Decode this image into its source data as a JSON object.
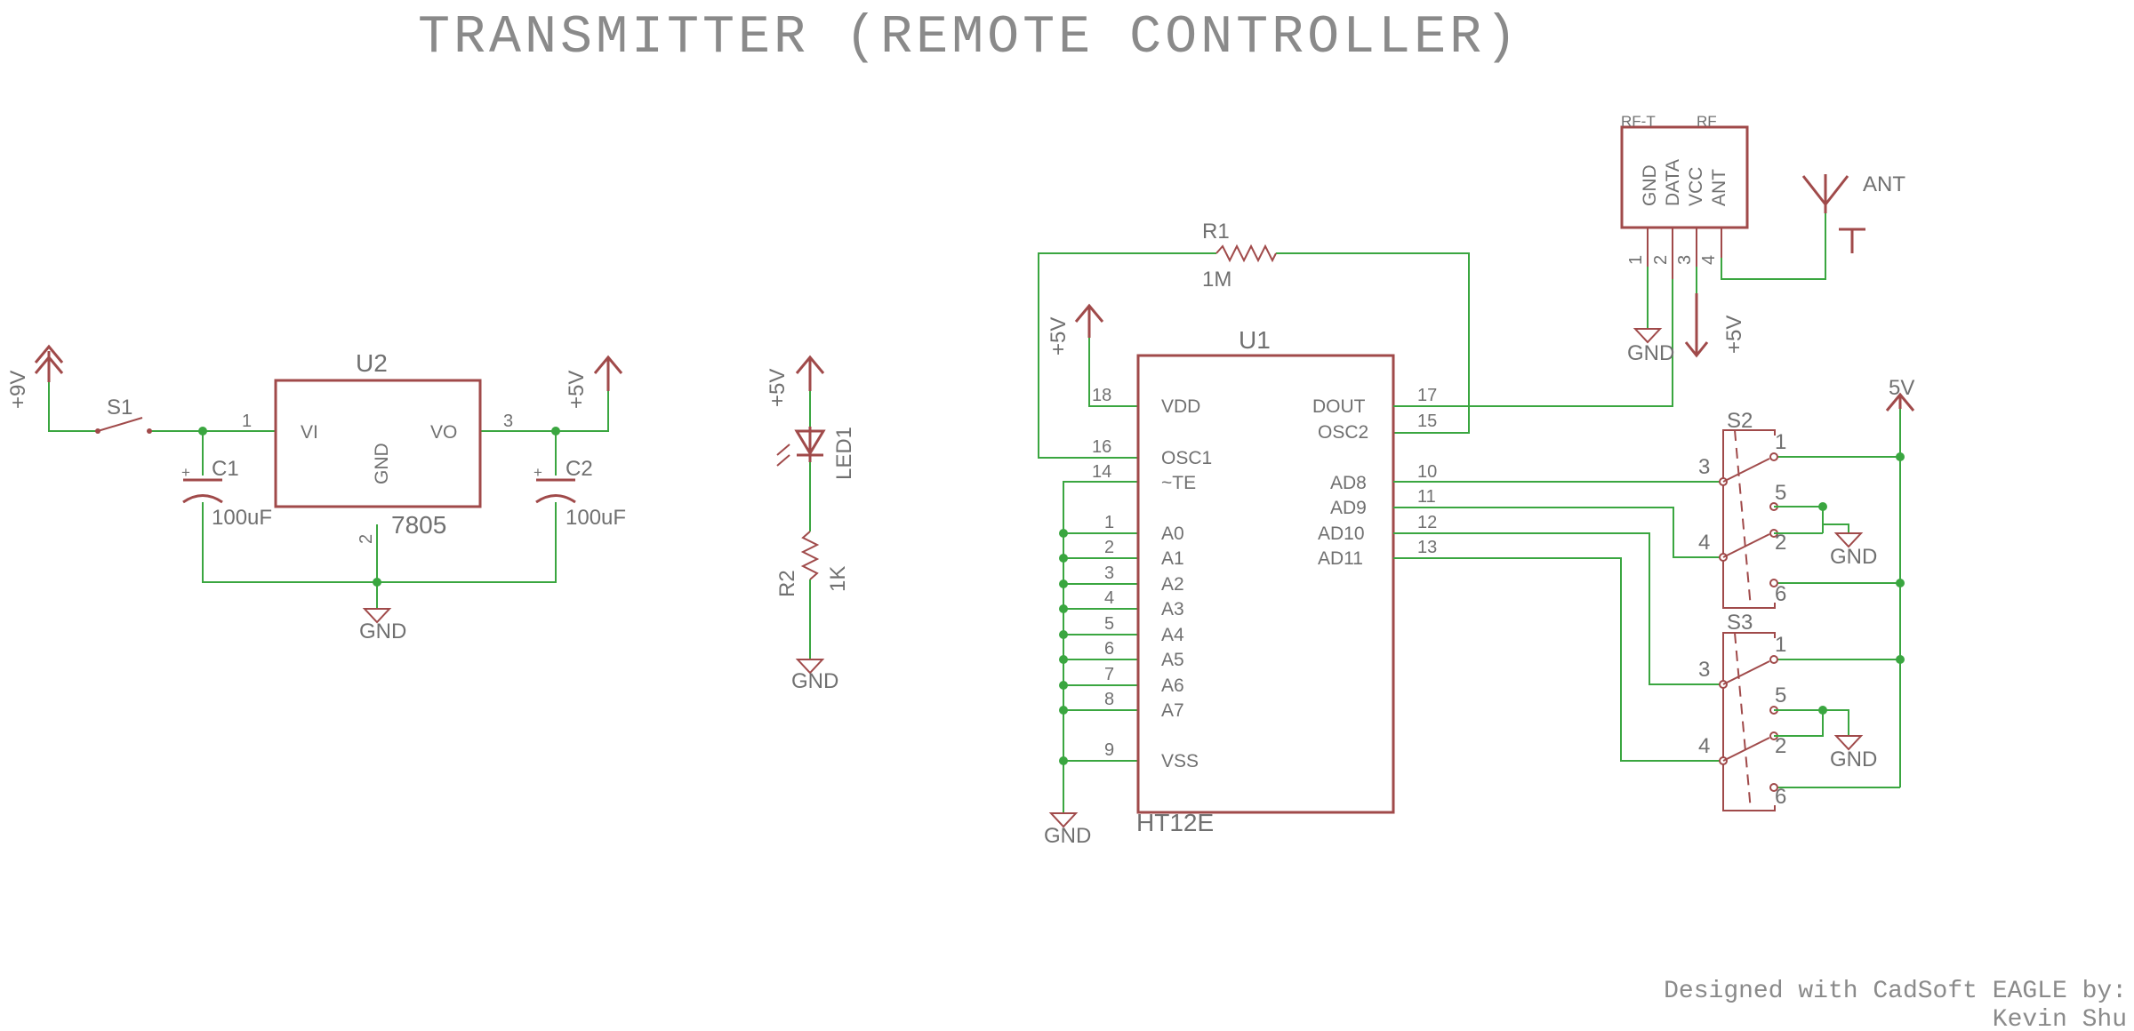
{
  "title": "TRANSMITTER (REMOTE CONTROLLER)",
  "credit": {
    "line1": "Designed with CadSoft EAGLE by:",
    "line2": "Kevin Shu"
  },
  "colors": {
    "wire": "#3aa640",
    "symbol": "#a04a4a",
    "text": "#707070"
  },
  "power": {
    "plus9v": "+9V",
    "plus5v": "+5V",
    "five_v": "5V",
    "gnd": "GND"
  },
  "regulator": {
    "ref": "U2",
    "value": "7805",
    "pin_vi": "VI",
    "pin_gnd": "GND",
    "pin_vo": "VO",
    "pin1": "1",
    "pin2": "2",
    "pin3": "3"
  },
  "switch_s1": {
    "ref": "S1"
  },
  "c1": {
    "ref": "C1",
    "value": "100uF"
  },
  "c2": {
    "ref": "C2",
    "value": "100uF"
  },
  "led": {
    "ref": "LED1"
  },
  "r2": {
    "ref": "R2",
    "value": "1K"
  },
  "r1": {
    "ref": "R1",
    "value": "1M"
  },
  "encoder": {
    "ref": "U1",
    "value": "HT12E",
    "left_pins": [
      {
        "num": "18",
        "name": "VDD"
      },
      {
        "num": "16",
        "name": "OSC1"
      },
      {
        "num": "14",
        "name": "~TE"
      },
      {
        "num": "1",
        "name": "A0"
      },
      {
        "num": "2",
        "name": "A1"
      },
      {
        "num": "3",
        "name": "A2"
      },
      {
        "num": "4",
        "name": "A3"
      },
      {
        "num": "5",
        "name": "A4"
      },
      {
        "num": "6",
        "name": "A5"
      },
      {
        "num": "7",
        "name": "A6"
      },
      {
        "num": "8",
        "name": "A7"
      },
      {
        "num": "9",
        "name": "VSS"
      }
    ],
    "right_pins": [
      {
        "num": "17",
        "name": "DOUT"
      },
      {
        "num": "15",
        "name": "OSC2"
      },
      {
        "num": "10",
        "name": "AD8"
      },
      {
        "num": "11",
        "name": "AD9"
      },
      {
        "num": "12",
        "name": "AD10"
      },
      {
        "num": "13",
        "name": "AD11"
      }
    ]
  },
  "rf_module": {
    "label_rft": "RF-T",
    "label_rf": "RF",
    "pins": [
      "GND",
      "DATA",
      "VCC",
      "ANT"
    ],
    "pin_nums": [
      "1",
      "2",
      "3",
      "4"
    ]
  },
  "antenna": {
    "label": "ANT"
  },
  "s2": {
    "ref": "S2",
    "pins": [
      "1",
      "3",
      "5",
      "4",
      "2",
      "6"
    ]
  },
  "s3": {
    "ref": "S3",
    "pins": [
      "1",
      "3",
      "5",
      "4",
      "2",
      "6"
    ]
  }
}
